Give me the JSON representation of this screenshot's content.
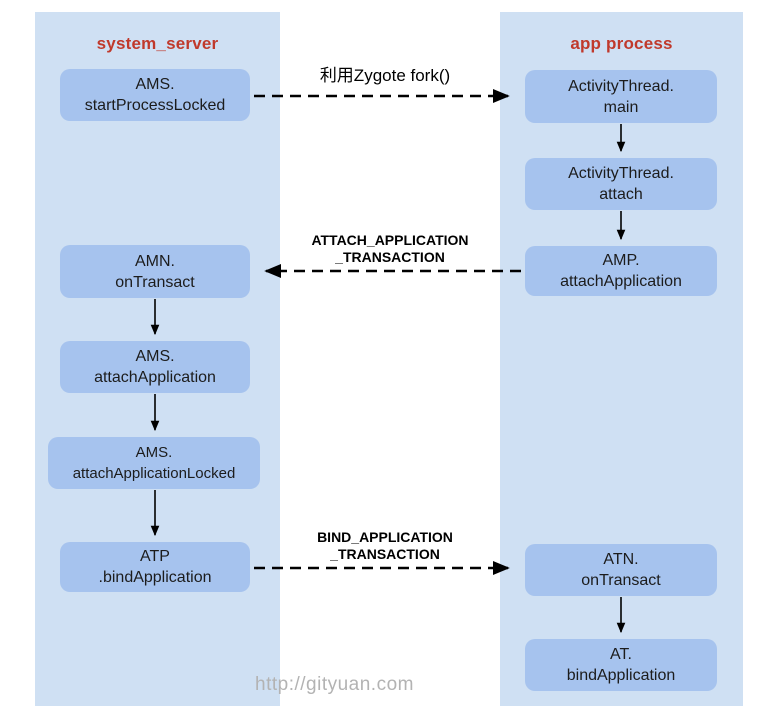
{
  "lanes": {
    "left": {
      "title": "system_server"
    },
    "right": {
      "title": "app process"
    }
  },
  "nodes": {
    "ams_start": {
      "line1": "AMS.",
      "line2": "startProcessLocked"
    },
    "amn_ontransact": {
      "line1": "AMN.",
      "line2": "onTransact"
    },
    "ams_attach": {
      "line1": "AMS.",
      "line2": "attachApplication"
    },
    "ams_attach_locked": {
      "line1": "AMS.",
      "line2": "attachApplicationLocked"
    },
    "atp_bind": {
      "line1": "ATP",
      "line2": ".bindApplication"
    },
    "at_main": {
      "line1": "ActivityThread.",
      "line2": "main"
    },
    "at_attach": {
      "line1": "ActivityThread.",
      "line2": "attach"
    },
    "amp_attach": {
      "line1": "AMP.",
      "line2": "attachApplication"
    },
    "atn_ontransact": {
      "line1": "ATN.",
      "line2": "onTransact"
    },
    "at_bind": {
      "line1": "AT.",
      "line2": "bindApplication"
    }
  },
  "edge_labels": {
    "fork": "利用Zygote fork()",
    "attach_line1": "ATTACH_APPLICATION",
    "attach_line2": "_TRANSACTION",
    "bind_line1": "BIND_APPLICATION",
    "bind_line2": "_TRANSACTION"
  },
  "watermark": "http://gityuan.com",
  "colors": {
    "lane_bg": "#cfe0f3",
    "node_bg": "#a6c3ee",
    "lane_title": "#c0392b",
    "node_text": "#1c1c1c",
    "arrow": "#000000",
    "watermark": "#b3b3b3"
  }
}
